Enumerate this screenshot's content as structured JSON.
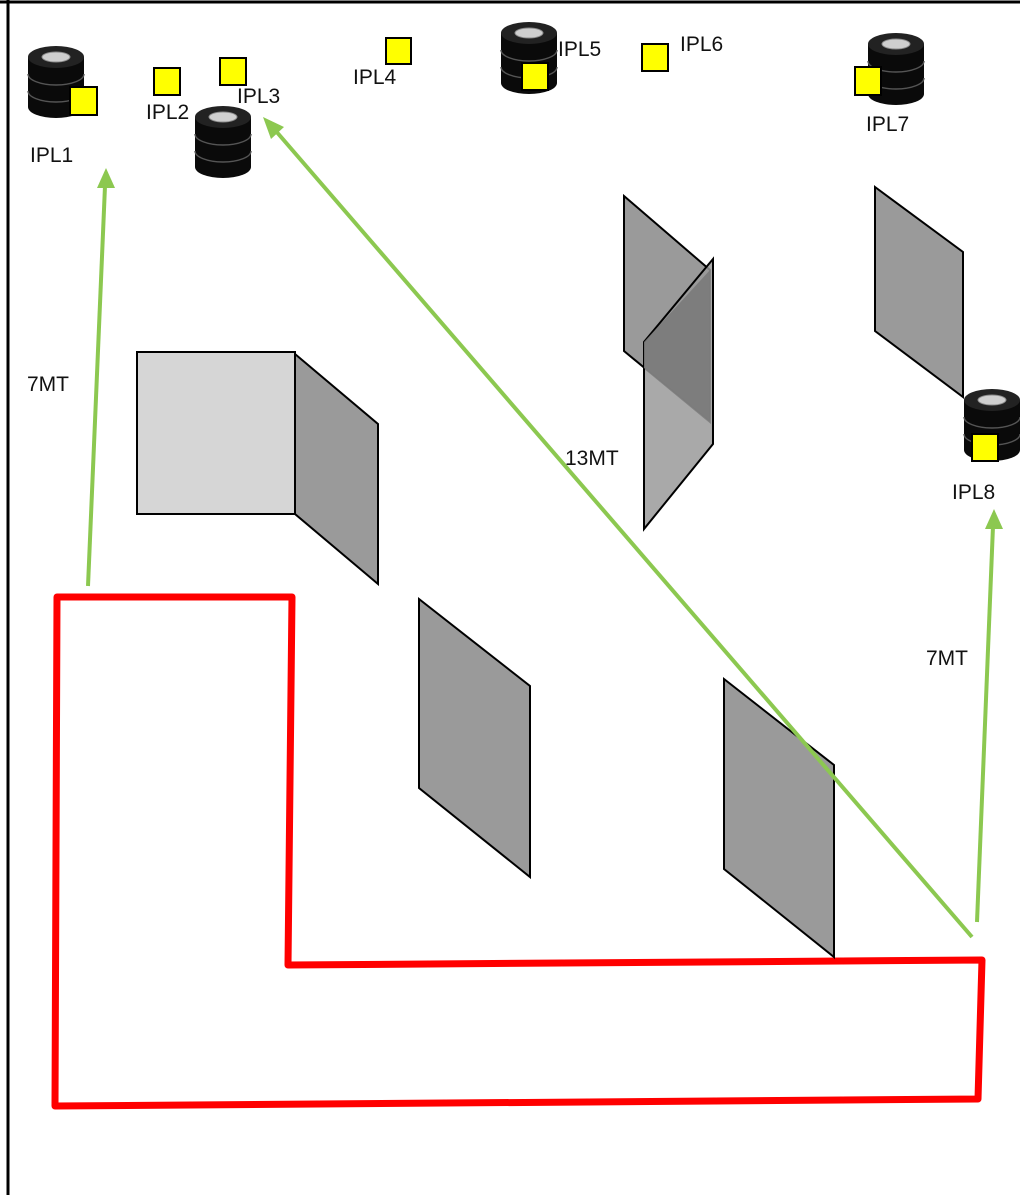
{
  "colors": {
    "frame": "#000000",
    "zone_outline": "#ff0000",
    "distance_arrow": "#8cc850",
    "sensor_fill": "#ffff00",
    "panel_fill": "#9a9a9a",
    "panel_dark_fill": "#7a7a7a",
    "box_front_fill": "#d6d6d6"
  },
  "icons": {
    "stack": "black-cylinder-stack-icon",
    "sensor": "yellow-square-sensor-icon"
  },
  "labels": {
    "ipl1": "IPL1",
    "ipl2": "IPL2",
    "ipl3": "IPL3",
    "ipl4": "IPL4",
    "ipl5": "IPL5",
    "ipl6": "IPL6",
    "ipl7": "IPL7",
    "ipl8": "IPL8"
  },
  "distances": {
    "left": "7MT",
    "diagonal": "13MT",
    "right": "7MT"
  }
}
